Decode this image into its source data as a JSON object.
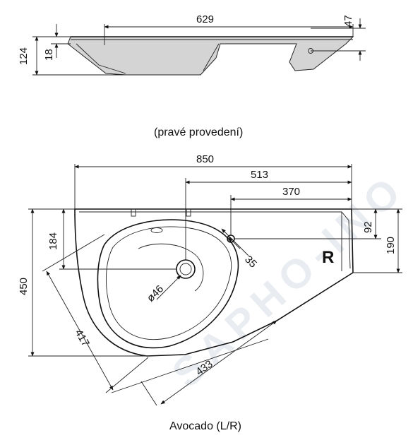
{
  "watermark": "SAPHO-INO",
  "side_view": {
    "dims": {
      "width_top": "629",
      "height_total": "124",
      "height_rim": "18",
      "right_height": "47"
    }
  },
  "orientation_caption": "(pravé provedení)",
  "top_view": {
    "dims": {
      "total_width": "850",
      "drain_offset": "513",
      "tap_offset": "370",
      "left_depth": "184",
      "right_92": "92",
      "right_190": "190",
      "tap_hole": "35",
      "drain_dia": "ø46",
      "basin_417": "417",
      "diag_433": "433",
      "depth_450": "450"
    },
    "side_mark": "R"
  },
  "product_caption": "Avocado (L/R)"
}
